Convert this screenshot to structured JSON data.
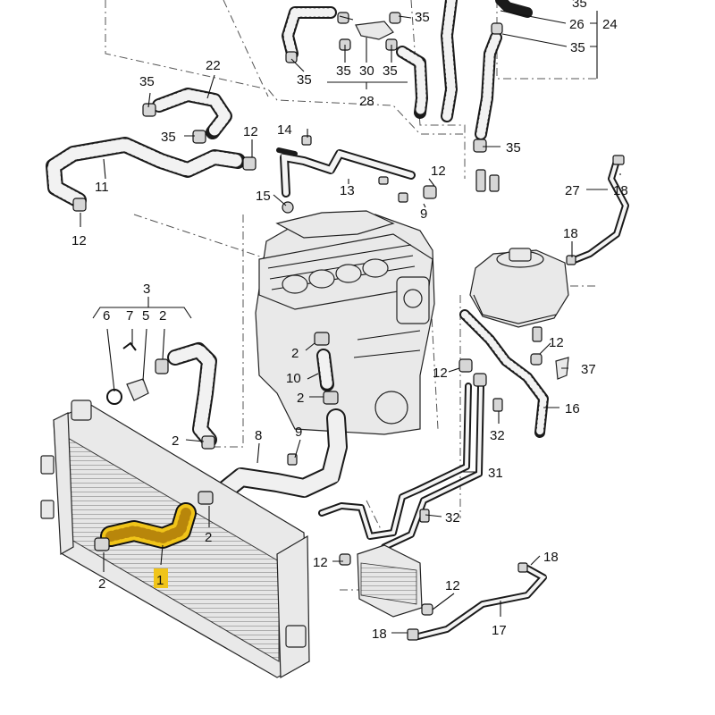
{
  "colors": {
    "highlight": "#f0c419",
    "highlight_dots": "#b8860b",
    "line": "#111111",
    "part_fill": "#e9e9e9"
  },
  "labels": [
    {
      "id": "l35a",
      "text": "35"
    },
    {
      "id": "l26",
      "text": "26"
    },
    {
      "id": "l24",
      "text": "24"
    },
    {
      "id": "l35b",
      "text": "35"
    },
    {
      "id": "l35c",
      "text": "35"
    },
    {
      "id": "l35d",
      "text": "35"
    },
    {
      "id": "l35e",
      "text": "35"
    },
    {
      "id": "l30",
      "text": "30"
    },
    {
      "id": "l35f",
      "text": "35"
    },
    {
      "id": "l28",
      "text": "28"
    },
    {
      "id": "l35g",
      "text": "35"
    },
    {
      "id": "l22",
      "text": "22"
    },
    {
      "id": "l35h",
      "text": "35"
    },
    {
      "id": "l35i",
      "text": "35"
    },
    {
      "id": "l35j",
      "text": "35"
    },
    {
      "id": "l14",
      "text": "14"
    },
    {
      "id": "l12a",
      "text": "12"
    },
    {
      "id": "l12b",
      "text": "12"
    },
    {
      "id": "l11",
      "text": "11"
    },
    {
      "id": "l15",
      "text": "15"
    },
    {
      "id": "l13",
      "text": "13"
    },
    {
      "id": "l9a",
      "text": "9"
    },
    {
      "id": "l27",
      "text": "27"
    },
    {
      "id": "l18a",
      "text": "18"
    },
    {
      "id": "l12c",
      "text": "12"
    },
    {
      "id": "l18b",
      "text": "18"
    },
    {
      "id": "l3",
      "text": "3"
    },
    {
      "id": "l6",
      "text": "6"
    },
    {
      "id": "l7",
      "text": "7"
    },
    {
      "id": "l5",
      "text": "5"
    },
    {
      "id": "l2a",
      "text": "2"
    },
    {
      "id": "l2b",
      "text": "2"
    },
    {
      "id": "l10",
      "text": "10"
    },
    {
      "id": "l2c",
      "text": "2"
    },
    {
      "id": "l12d",
      "text": "12"
    },
    {
      "id": "l12e",
      "text": "12"
    },
    {
      "id": "l37",
      "text": "37"
    },
    {
      "id": "l16",
      "text": "16"
    },
    {
      "id": "l32a",
      "text": "32"
    },
    {
      "id": "l2d",
      "text": "2"
    },
    {
      "id": "l8",
      "text": "8"
    },
    {
      "id": "l9b",
      "text": "9"
    },
    {
      "id": "l31",
      "text": "31"
    },
    {
      "id": "l2e",
      "text": "2"
    },
    {
      "id": "l32b",
      "text": "32"
    },
    {
      "id": "l1",
      "text": "1"
    },
    {
      "id": "l2f",
      "text": "2"
    },
    {
      "id": "l12f",
      "text": "12"
    },
    {
      "id": "l18c",
      "text": "18"
    },
    {
      "id": "l12g",
      "text": "12"
    },
    {
      "id": "l17",
      "text": "17"
    },
    {
      "id": "l18d",
      "text": "18"
    }
  ]
}
